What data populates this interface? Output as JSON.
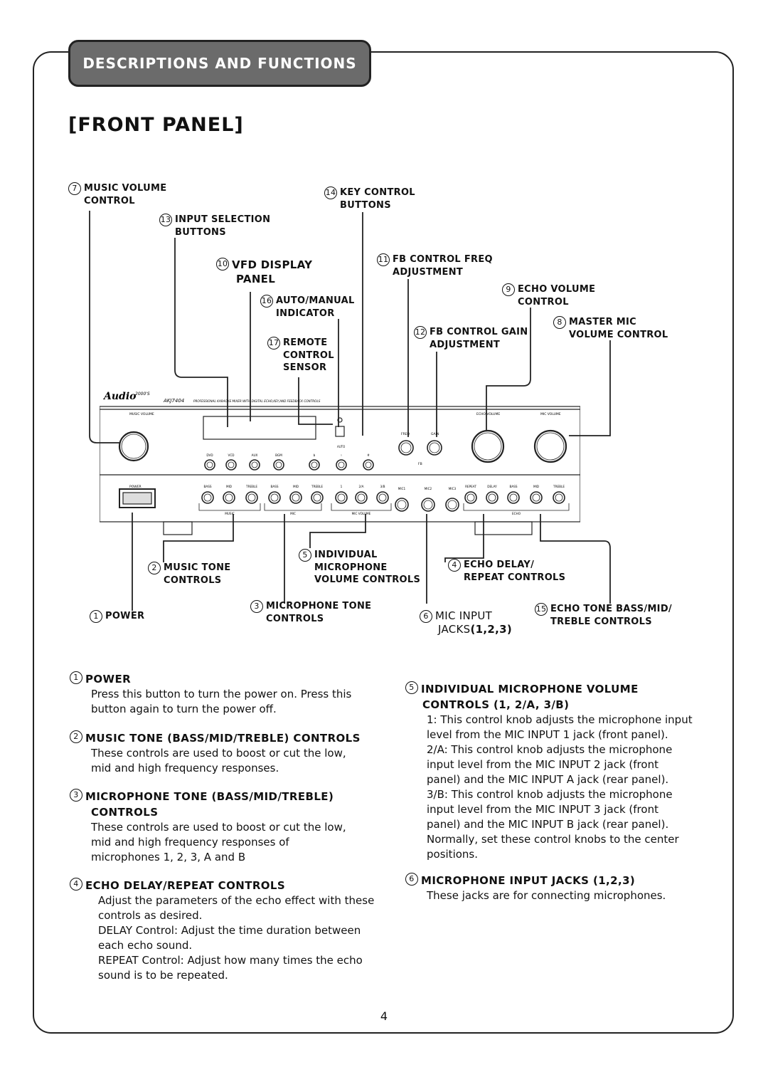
{
  "header": {
    "tab_title": "DESCRIPTIONS AND FUNCTIONS",
    "page_title": "[FRONT PANEL]"
  },
  "callouts": {
    "c7": {
      "num": "7",
      "l1": "MUSIC VOLUME",
      "l2": "CONTROL"
    },
    "c13": {
      "num": "13",
      "l1": "INPUT SELECTION",
      "l2": "BUTTONS"
    },
    "c10": {
      "num": "10",
      "l1": "VFD DISPLAY",
      "l2": "PANEL"
    },
    "c16": {
      "num": "16",
      "l1": "AUTO/MANUAL",
      "l2": "INDICATOR"
    },
    "c17": {
      "num": "17",
      "l1": "REMOTE",
      "l2": "CONTROL",
      "l3": "SENSOR"
    },
    "c14": {
      "num": "14",
      "l1": "KEY CONTROL",
      "l2": "BUTTONS"
    },
    "c11": {
      "num": "11",
      "l1": "FB CONTROL FREQ",
      "l2": "ADJUSTMENT"
    },
    "c9": {
      "num": "9",
      "l1": "ECHO VOLUME",
      "l2": "CONTROL"
    },
    "c12": {
      "num": "12",
      "l1": "FB CONTROL GAIN",
      "l2": "ADJUSTMENT"
    },
    "c8": {
      "num": "8",
      "l1": "MASTER MIC",
      "l2": "VOLUME CONTROL"
    },
    "c2": {
      "num": "2",
      "l1": "MUSIC TONE",
      "l2": "CONTROLS"
    },
    "c1": {
      "num": "1",
      "l1": "POWER"
    },
    "c5": {
      "num": "5",
      "l1": "INDIVIDUAL",
      "l2": "MICROPHONE",
      "l3": "VOLUME CONTROLS"
    },
    "c3": {
      "num": "3",
      "l1": "MICROPHONE TONE",
      "l2": "CONTROLS"
    },
    "c4": {
      "num": "4",
      "l1": "ECHO DELAY/",
      "l2": "REPEAT CONTROLS"
    },
    "c6": {
      "num": "6",
      "l1": "MIC INPUT",
      "l2": "JACKS",
      "l2b": "(1,2,3)"
    },
    "c15": {
      "num": "15",
      "l1": "ECHO TONE BASS/MID/",
      "l2": "TREBLE CONTROLS"
    }
  },
  "device": {
    "brand": "Audio",
    "brand_sup": "2000'S",
    "model": "AKJ7404",
    "tagline": "PROFESSIONAL KARAOKE MIXER WITH DIGITAL ECHO,KEY,AND FEEDBACK CONTROLS",
    "music_volume": "MUSIC VOLUME",
    "echo_volume": "ECHO VOLUME",
    "mic_volume": "MIC VOLUME",
    "inputs": [
      "DVD",
      "VCD",
      "AUX",
      "BGM"
    ],
    "keys": [
      "b",
      "♮",
      "#"
    ],
    "auto": "AUTO",
    "freq": "FREQ",
    "gain": "GAIN",
    "fb": "FB",
    "power": "POWER",
    "tone_music": [
      "BASS",
      "MID",
      "TREBLE"
    ],
    "tone_mic": [
      "BASS",
      "MID",
      "TREBLE"
    ],
    "mic_vol": [
      "1",
      "2/A",
      "3/B"
    ],
    "mics": [
      "MIC1",
      "MIC2",
      "MIC3"
    ],
    "echo_ctrl": [
      "REPEAT",
      "DELAY",
      "BASS",
      "MID",
      "TREBLE"
    ],
    "group_music": "MUSIC",
    "group_mic": "MIC",
    "group_micvol": "MIC VOLUME",
    "group_echo": "ECHO"
  },
  "sections": {
    "s1": {
      "num": "1",
      "title": "POWER",
      "body": "Press this button to turn the power on. Press this\nbutton again to turn the power off."
    },
    "s2": {
      "num": "2",
      "title": "MUSIC TONE (BASS/MID/TREBLE) CONTROLS",
      "body": "These controls are used to boost or cut the low,\nmid and high frequency responses."
    },
    "s3": {
      "num": "3",
      "title": "MICROPHONE TONE (BASS/MID/TREBLE)",
      "title2": "CONTROLS",
      "body": "These controls are used to boost or cut the low,\nmid and high frequency responses of\nmicrophones 1, 2, 3, A and B"
    },
    "s4": {
      "num": "4",
      "title": "ECHO DELAY/REPEAT CONTROLS",
      "body": "Adjust the parameters of the echo effect with these\ncontrols as desired.\nDELAY Control: Adjust the time duration between\n                          each echo sound.\nREPEAT Control: Adjust how many times the echo\n                            sound is to be repeated."
    },
    "s5": {
      "num": "5",
      "title": "INDIVIDUAL MICROPHONE VOLUME",
      "title2": "CONTROLS (1, 2/A, 3/B)",
      "body": "1: This control knob adjusts the microphone input\n    level from the MIC INPUT 1 jack (front panel).\n2/A: This control knob adjusts the microphone\n        input level from the MIC INPUT 2 jack (front\n        panel) and the MIC INPUT A jack (rear panel).\n3/B: This control knob adjusts the microphone\n        input level from the MIC INPUT 3 jack (front\n        panel) and the MIC INPUT B jack (rear panel).\nNormally, set these control knobs to the center\npositions."
    },
    "s6": {
      "num": "6",
      "title": "MICROPHONE INPUT JACKS (1,2,3)",
      "body": "These jacks are for connecting microphones."
    }
  },
  "page_number": "4"
}
